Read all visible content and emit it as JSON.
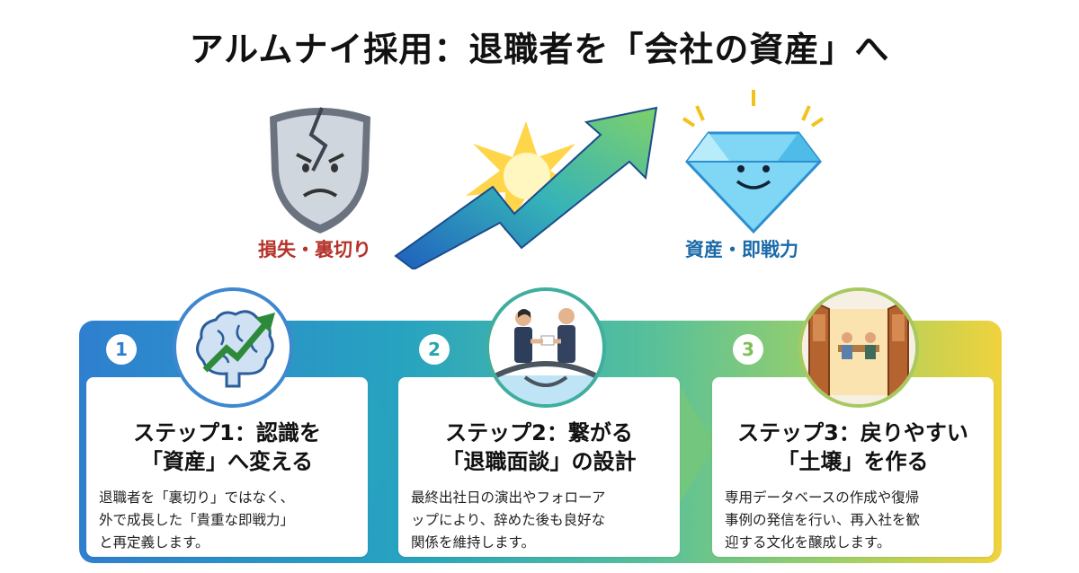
{
  "title": "アルムナイ採用：退職者を「会社の資産」へ",
  "hero": {
    "left_label": "損失・裏切り",
    "right_label": "資産・即戦力",
    "icons": [
      "cracked-shield-icon",
      "rising-arrow-icon",
      "diamond-icon"
    ]
  },
  "steps": [
    {
      "number": "1",
      "title_line1": "ステップ1：認識を",
      "title_line2": "「資産」へ変える",
      "desc_line1": "退職者を「裏切り」ではなく、",
      "desc_line2": "外で成長した「貴重な即戦力」",
      "desc_line3": "と再定義します。",
      "icon": "brain-growth-icon"
    },
    {
      "number": "2",
      "title_line1": "ステップ2：繋がる",
      "title_line2": "「退職面談」の設計",
      "desc_line1": "最終出社日の演出やフォローア",
      "desc_line2": "ップにより、辞めた後も良好な",
      "desc_line3": "関係を維持します。",
      "icon": "handshake-bridge-icon"
    },
    {
      "number": "3",
      "title_line1": "ステップ3：戻りやすい",
      "title_line2": "「土壌」を作る",
      "desc_line1": "専用データベースの作成や復帰",
      "desc_line2": "事例の発信を行い、再入社を歓",
      "desc_line3": "迎する文化を醸成します。",
      "icon": "open-door-icon"
    }
  ],
  "colors": {
    "loss": "#b5332a",
    "asset": "#1b6aa8",
    "band_start": "#2f7fcf",
    "band_end": "#f0d23d"
  }
}
